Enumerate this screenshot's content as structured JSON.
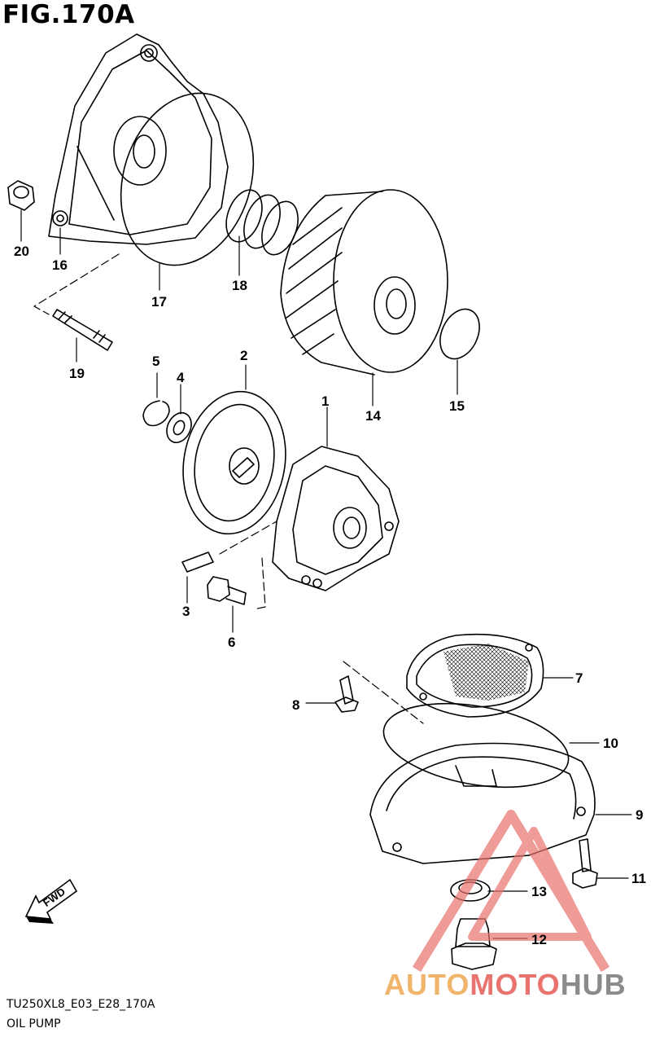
{
  "figure": {
    "title": "FIG.170A"
  },
  "callouts": {
    "c1": "1",
    "c2": "2",
    "c3": "3",
    "c4": "4",
    "c5": "5",
    "c6": "6",
    "c7": "7",
    "c8": "8",
    "c9": "9",
    "c10": "10",
    "c11": "11",
    "c12": "12",
    "c13": "13",
    "c14": "14",
    "c15": "15",
    "c16": "16",
    "c17": "17",
    "c18": "18",
    "c19": "19",
    "c20": "20"
  },
  "direction_arrow": {
    "label": "FWD",
    "icon": "fwd-arrow-icon"
  },
  "footer": {
    "code": "TU250XL8_E03_E28_170A",
    "name": "OIL PUMP"
  },
  "watermark": {
    "part1": "AUTO",
    "part2": "MOTO",
    "part3": "HUB",
    "colors": {
      "part1": "#f0b56b",
      "part2": "#e9736e",
      "part3": "#8b8b8b"
    }
  }
}
